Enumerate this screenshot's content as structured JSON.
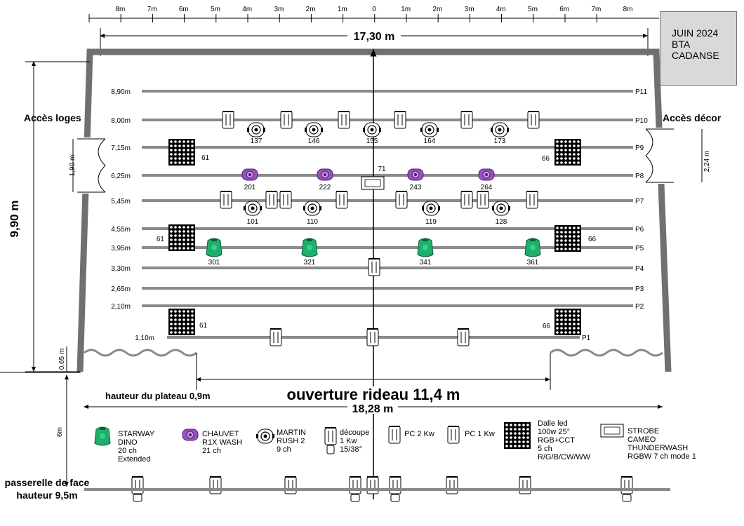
{
  "info_box": {
    "line1": "JUIN 2024",
    "line2": "BTA",
    "line3": "CADANSE"
  },
  "scale": [
    "8m",
    "7m",
    "6m",
    "5m",
    "4m",
    "3m",
    "2m",
    "1m",
    "0",
    "1m",
    "2m",
    "3m",
    "4m",
    "5m",
    "6m",
    "7m",
    "8m"
  ],
  "dimensions": {
    "top_width": "17,30 m",
    "depth": "9,90 m",
    "opening": "ouverture rideau 11,4 m",
    "bottom_width": "18,28 m",
    "stage_height": "hauteur du plateau 0,9m",
    "front_apron": "0,65 m",
    "left_door": "1,90 m",
    "right_door": "2,24 m",
    "front_vertical": "6m"
  },
  "access": {
    "left": "Accès loges",
    "right": "Accès décor"
  },
  "bars": [
    {
      "name": "P11",
      "height": "8,90m"
    },
    {
      "name": "P10",
      "height": "8,00m"
    },
    {
      "name": "P9",
      "height": "7,15m"
    },
    {
      "name": "P8",
      "height": "6,25m"
    },
    {
      "name": "P7",
      "height": "5,45m"
    },
    {
      "name": "P6",
      "height": "4,55m"
    },
    {
      "name": "P5",
      "height": "3,95m"
    },
    {
      "name": "P4",
      "height": "3,30m"
    },
    {
      "name": "P3",
      "height": "2,65m"
    },
    {
      "name": "P2",
      "height": "2,10m"
    },
    {
      "name": "P1",
      "height": "1,10m"
    }
  ],
  "fixture_labels": {
    "rush_p10": [
      "137",
      "146",
      "155",
      "164",
      "173"
    ],
    "rush_p7": [
      "101",
      "110",
      "119",
      "128"
    ],
    "wash_p8": [
      "201",
      "222",
      "243",
      "264"
    ],
    "strobe": "71",
    "dino_p5": [
      "301",
      "321",
      "341",
      "361"
    ],
    "dalle": [
      "61",
      "66",
      "61",
      "66",
      "61",
      "66"
    ]
  },
  "front_bridge": {
    "line1": "passerelle de face",
    "line2": "hauteur 9,5m"
  },
  "legend": {
    "dino": [
      "STARWAY",
      "DINO",
      "20 ch",
      "Extended"
    ],
    "chauvet": [
      "CHAUVET",
      "R1X WASH",
      "21 ch"
    ],
    "rush": [
      "MARTIN",
      "RUSH 2",
      "9 ch"
    ],
    "decoupe": [
      "découpe",
      "1 Kw",
      "15/38°"
    ],
    "pc2": "PC 2 Kw",
    "pc1": "PC 1 Kw",
    "dalle": [
      "Dalle led",
      "100w 25°",
      "RGB+CCT",
      "5 ch",
      "R/G/B/CW/WW"
    ],
    "strobe": [
      "STROBE",
      "CAMEO",
      "THUNDERWASH",
      "RGBW 7 ch mode 1"
    ]
  },
  "colors": {
    "dino": "#1fae6b",
    "wash": "#9b4fc7",
    "wall": "#707070",
    "bar": "#8a8a8a"
  }
}
